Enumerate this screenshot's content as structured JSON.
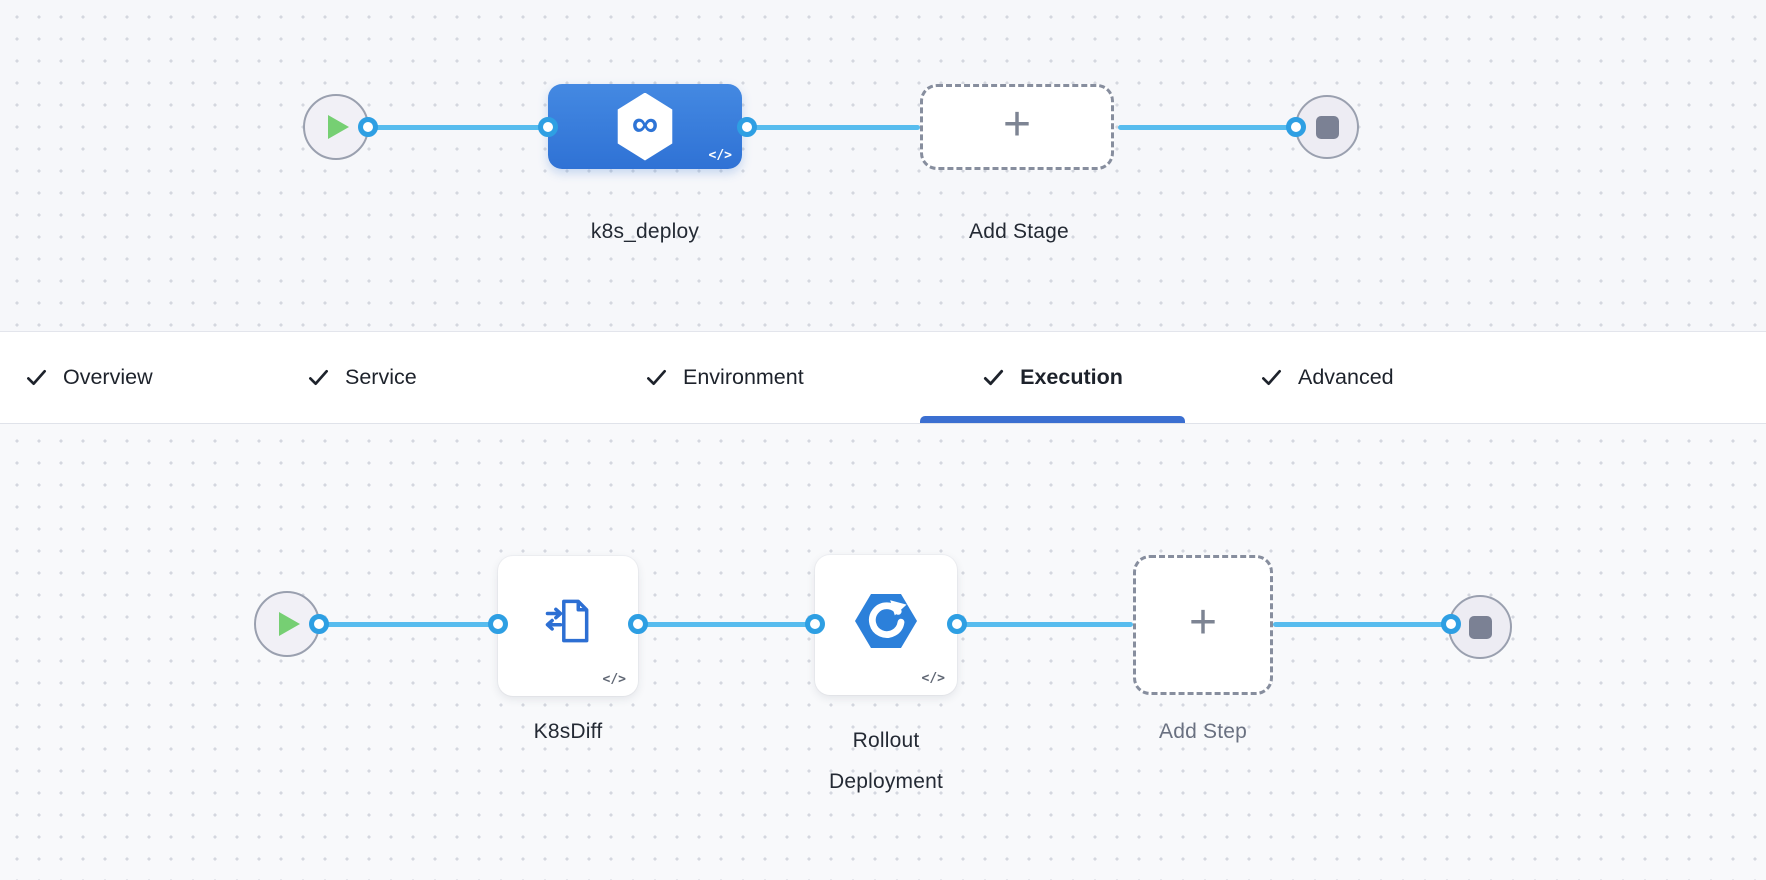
{
  "colors": {
    "edge": "#57BCEE",
    "port": "#2E9FE3",
    "underline": "#3B6FD1",
    "play_green": "#76CF73",
    "stop_gray": "#7B8194",
    "dashed_border": "#878E9E",
    "stage_blue_top": "#4489E2",
    "stage_blue_bottom": "#2F72D5",
    "icon_blue": "#2D6FD3",
    "rollout_blue": "#2C80DA"
  },
  "stage_pipeline": {
    "stage": {
      "label": "k8s_deploy",
      "icon_glyph": "∞",
      "code_glyph": "</>"
    },
    "add_stage": {
      "label": "Add Stage",
      "plus_glyph": "+"
    }
  },
  "tabs": [
    {
      "label": "Overview",
      "checked": true,
      "active": false
    },
    {
      "label": "Service",
      "checked": true,
      "active": false
    },
    {
      "label": "Environment",
      "checked": true,
      "active": false
    },
    {
      "label": "Execution",
      "checked": true,
      "active": true
    },
    {
      "label": "Advanced",
      "checked": true,
      "active": false
    }
  ],
  "execution_pipeline": {
    "steps": [
      {
        "label": "K8sDiff",
        "code_glyph": "</>"
      },
      {
        "label": "Rollout Deployment",
        "code_glyph": "</>"
      }
    ],
    "add_step": {
      "label": "Add Step",
      "plus_glyph": "+"
    }
  }
}
